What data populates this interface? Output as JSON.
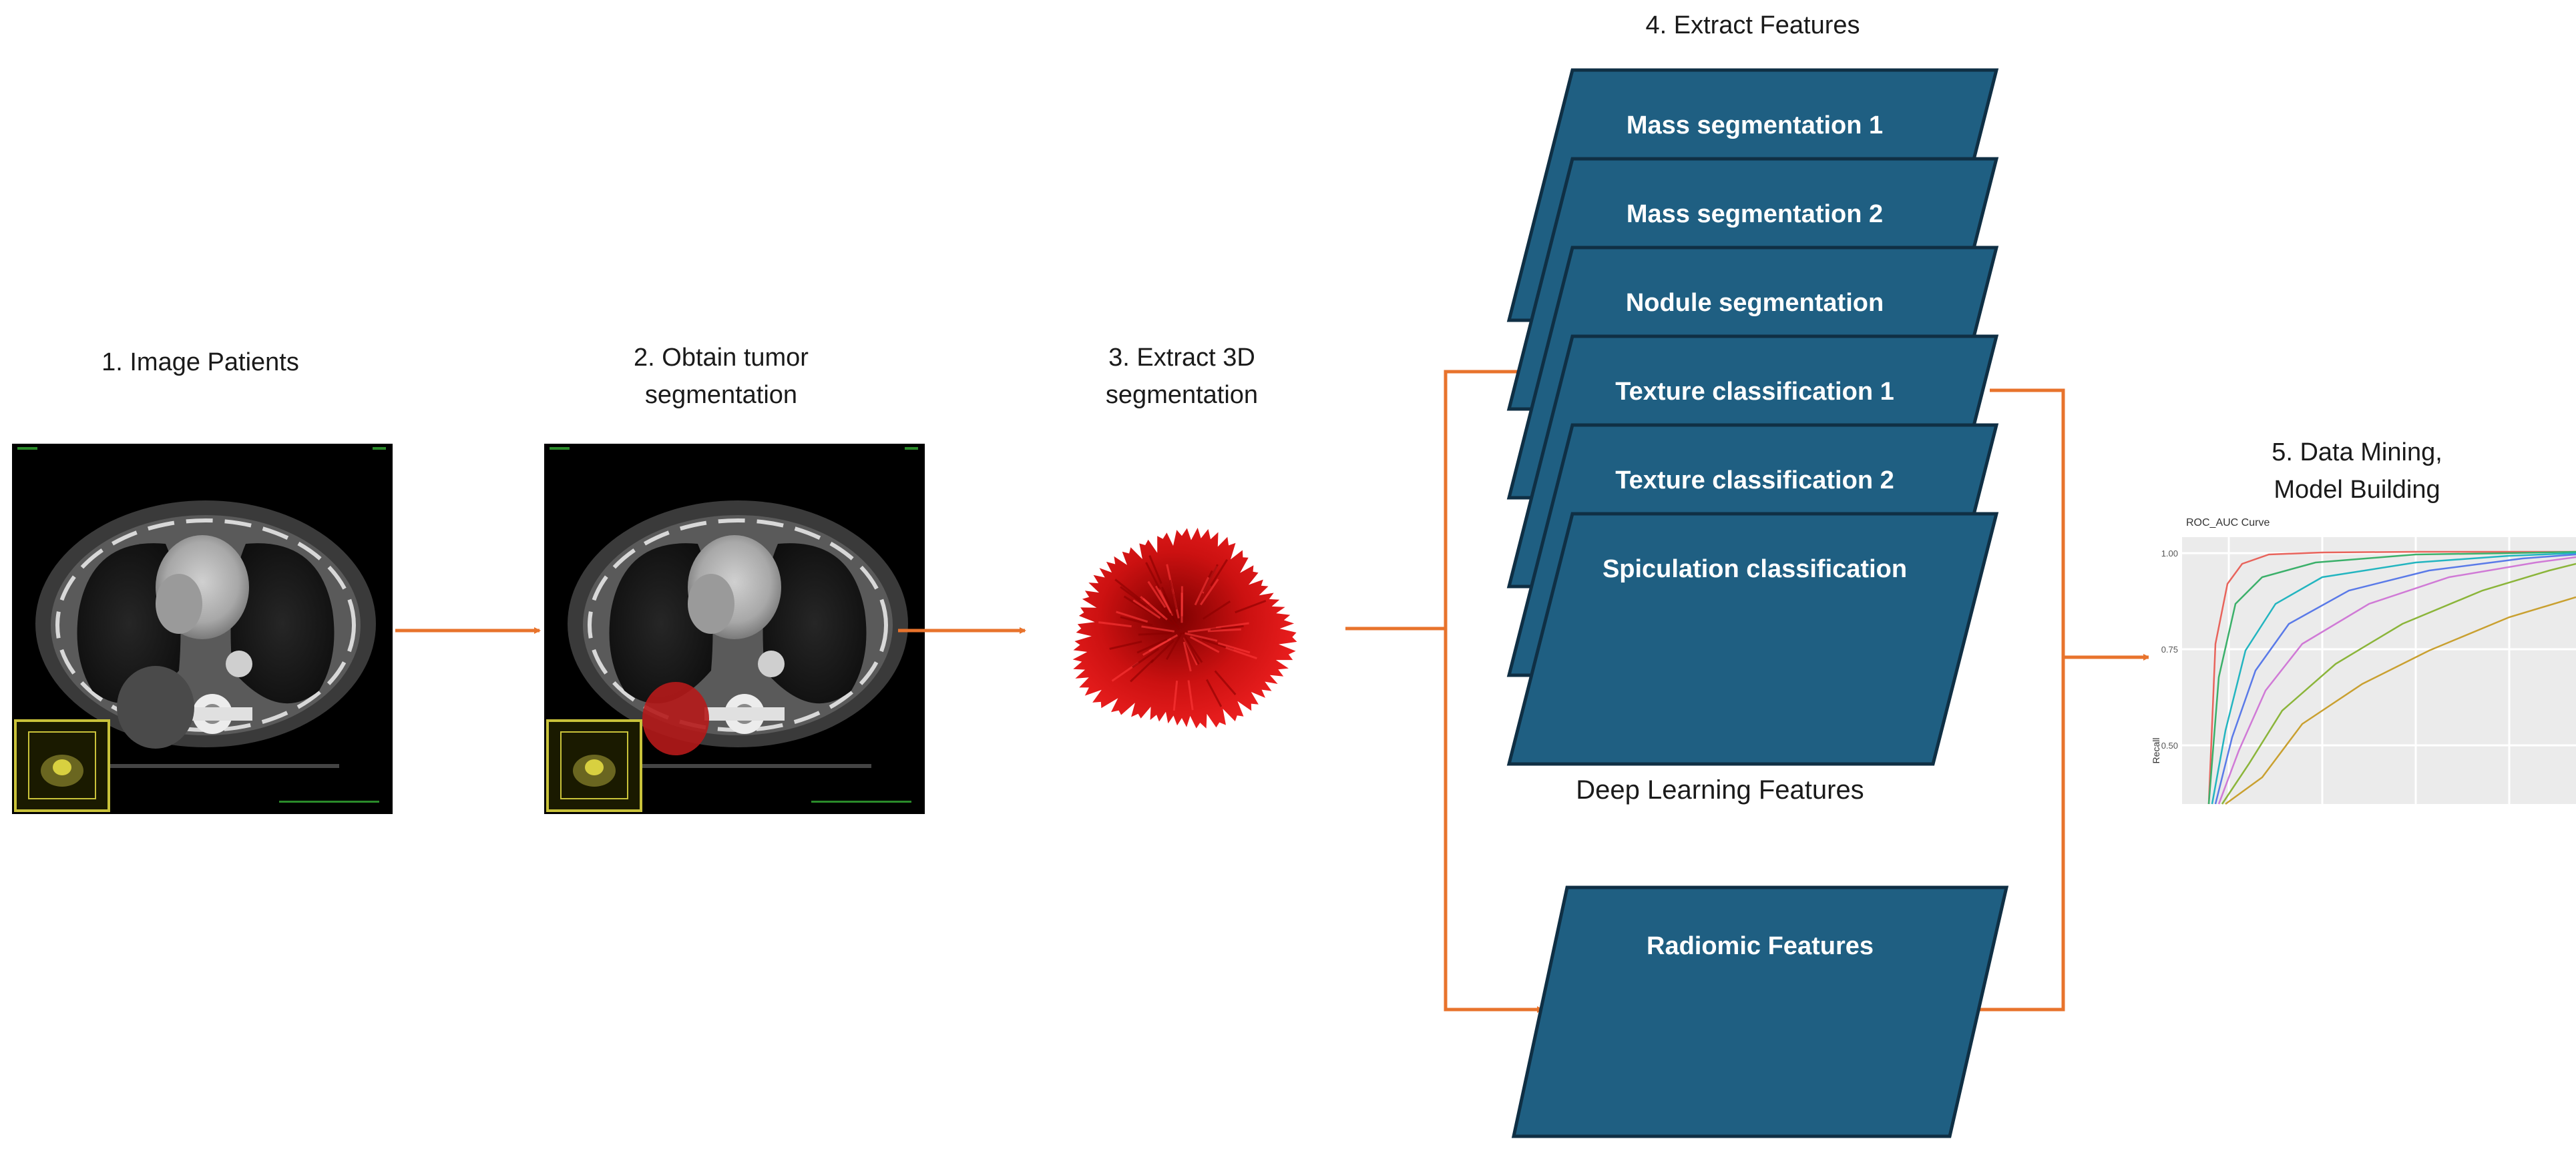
{
  "steps": {
    "step1": "1. Image Patients",
    "step2_line1": "2. Obtain tumor",
    "step2_line2": "segmentation",
    "step3_line1": "3. Extract 3D",
    "step3_line2": "segmentation",
    "step4": "4. Extract Features",
    "step5_line1": "5. Data Mining,",
    "step5_line2": "Model Building"
  },
  "feature_cards": [
    "Mass segmentation 1",
    "Mass segmentation 2",
    "Nodule segmentation",
    "Texture classification 1",
    "Texture classification 2",
    "Spiculation classification"
  ],
  "deep_learning_label": "Deep Learning Features",
  "radiomic_label": "Radiomic Features",
  "roc_thumbnail": {
    "title": "ROC_AUC Curve",
    "ylabel": "Recall",
    "yticks": [
      "1.00",
      "0.75",
      "0.50"
    ]
  },
  "colors": {
    "card_fill": "#1f5f82",
    "card_stroke": "#0f2f44",
    "arrow": "#e8732c",
    "tumor": "#d61414"
  }
}
